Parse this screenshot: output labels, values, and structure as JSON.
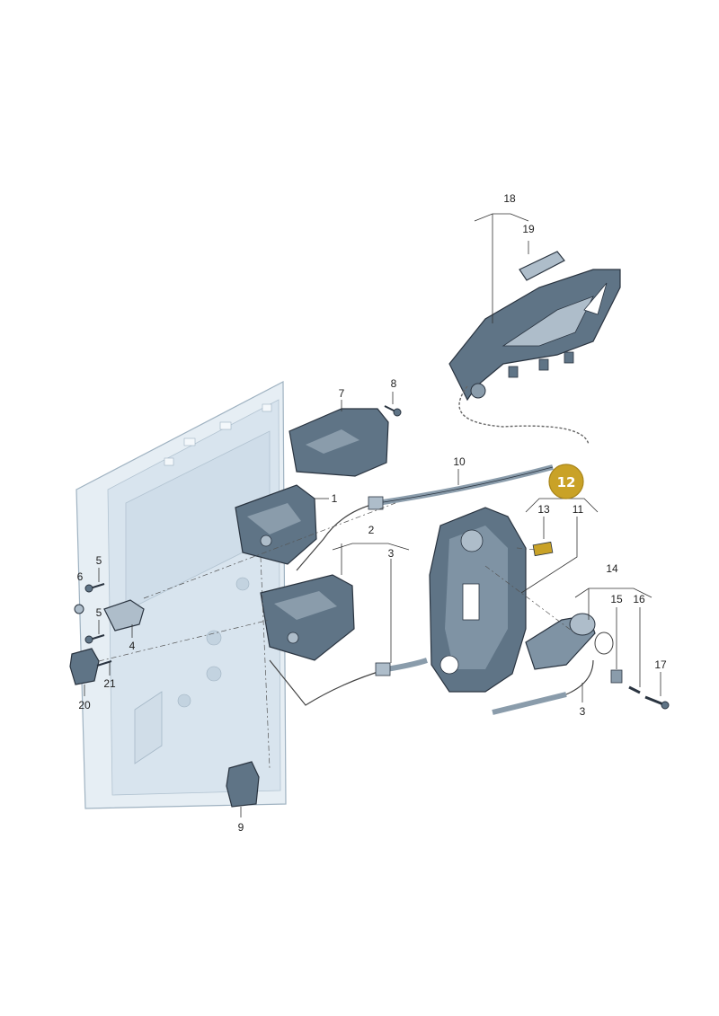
{
  "labels": {
    "p1": "1",
    "p2": "2",
    "p3a": "3",
    "p3b": "3",
    "p4": "4",
    "p5": "5",
    "p6": "6",
    "p7": "7",
    "p8": "8",
    "p9": "9",
    "p10": "10",
    "p11": "11",
    "p13": "13",
    "p14": "14",
    "p15": "15",
    "p16": "16",
    "p17": "17",
    "p18": "18",
    "p19": "19",
    "p20": "20",
    "p21": "21"
  },
  "highlight": {
    "label": "12",
    "color": "#c9a227"
  },
  "colors": {
    "part_fill": "#5f7486",
    "part_light": "#aebdca",
    "door_fill": "#e6eef4",
    "accent": "#c9a227"
  },
  "icons": [
    "door-panel",
    "lock-unit",
    "cable",
    "handle",
    "actuator-motor",
    "bolt",
    "screw"
  ]
}
